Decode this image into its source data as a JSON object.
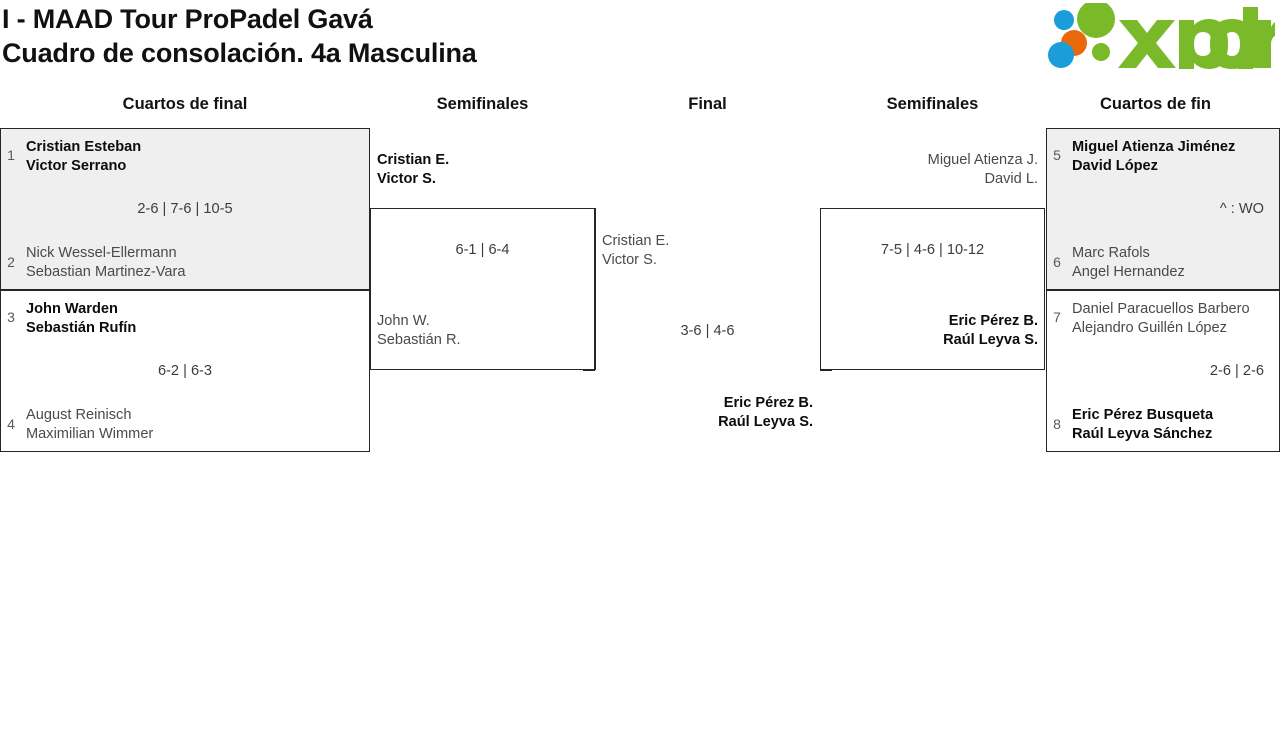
{
  "header": {
    "title_line1": "I - MAAD Tour ProPadel Gavá",
    "title_line2": "Cuadro de consolación. 4a Masculina",
    "logo_text": "xporty",
    "logo_colors": {
      "green": "#7ab929",
      "orange": "#e8690b",
      "blue": "#1b9dd9"
    }
  },
  "rounds": [
    {
      "label": "Cuartos de final"
    },
    {
      "label": "Semifinales"
    },
    {
      "label": "Final"
    },
    {
      "label": "Semifinales"
    },
    {
      "label": "Cuartos de fin"
    }
  ],
  "bracket": {
    "left_qf": [
      {
        "shaded": true,
        "score": "2-6 | 7-6 | 10-5",
        "top": {
          "seed": "1",
          "p1": "Cristian Esteban",
          "p2": "Victor Serrano",
          "winner": true
        },
        "bottom": {
          "seed": "2",
          "p1": "Nick Wessel-Ellermann",
          "p2": "Sebastian Martinez-Vara",
          "winner": false
        }
      },
      {
        "shaded": false,
        "score": "6-2 | 6-3",
        "top": {
          "seed": "3",
          "p1": "John Warden",
          "p2": "Sebastián Rufín",
          "winner": true
        },
        "bottom": {
          "seed": "4",
          "p1": "August Reinisch",
          "p2": "Maximilian Wimmer",
          "winner": false
        }
      }
    ],
    "left_sf": {
      "score": "6-1 | 6-4",
      "top": {
        "p1": "Cristian E.",
        "p2": "Victor S.",
        "winner": true
      },
      "bottom": {
        "p1": "John W.",
        "p2": "Sebastián R.",
        "winner": false
      }
    },
    "final": {
      "score": "3-6 | 4-6",
      "top": {
        "p1": "Cristian E.",
        "p2": "Victor S.",
        "winner": false
      },
      "bottom": {
        "p1": "Eric Pérez B.",
        "p2": "Raúl Leyva S.",
        "winner": true
      }
    },
    "right_sf": {
      "score": "7-5 | 4-6 | 10-12",
      "top": {
        "p1": "Miguel Atienza J.",
        "p2": "David L.",
        "winner": false
      },
      "bottom": {
        "p1": "Eric Pérez B.",
        "p2": "Raúl Leyva S.",
        "winner": true
      }
    },
    "right_qf": [
      {
        "shaded": true,
        "score": "^ : WO",
        "top": {
          "seed": "5",
          "p1": "Miguel Atienza Jiménez",
          "p2": "David López",
          "winner": true
        },
        "bottom": {
          "seed": "6",
          "p1": "Marc Rafols",
          "p2": "Angel Hernandez",
          "winner": false
        }
      },
      {
        "shaded": false,
        "score": "2-6 | 2-6",
        "top": {
          "seed": "7",
          "p1": "Daniel Paracuellos Barbero",
          "p2": "Alejandro Guillén López",
          "winner": false
        },
        "bottom": {
          "seed": "8",
          "p1": "Eric Pérez Busqueta",
          "p2": "Raúl Leyva Sánchez",
          "winner": true
        }
      }
    ]
  }
}
